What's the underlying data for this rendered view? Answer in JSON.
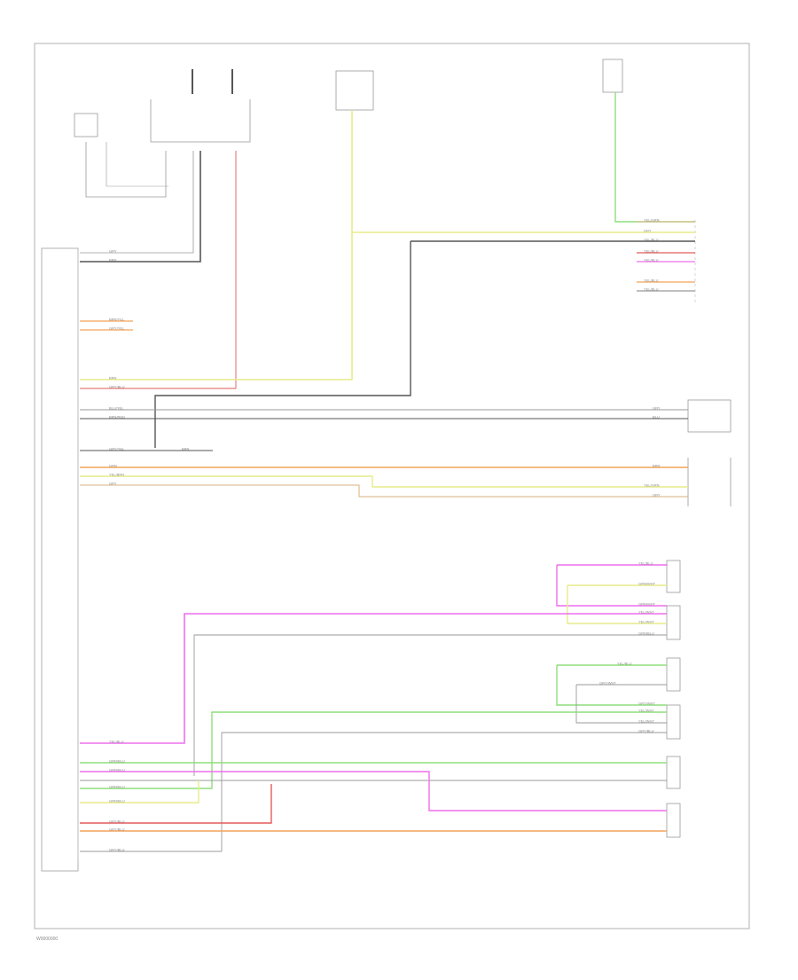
{
  "diagram": {
    "footer_code": "W0000000",
    "colors": {
      "frame": "#b0b0b0",
      "gray_wire": "#9a9a9a",
      "dark_wire": "#555555",
      "yellow_wire": "#e6ec8a",
      "green_wire": "#8ede7c",
      "pink_wire": "#ee6fee",
      "red_wire": "#e35a5a",
      "orange_wire": "#f3a35a",
      "tan_wire": "#d9b27c",
      "text": "#888888"
    },
    "wire_labels": [
      "GRY",
      "BRN",
      "BRN/YEL",
      "GRY/YEL",
      "BRN",
      "GRY/BLU",
      "BLU/YEL",
      "BRN/RED",
      "GRY/YEL",
      "GRN",
      "YEL/BRN",
      "GRY",
      "BRN",
      "GRY",
      "BLU",
      "BRN",
      "YEL/GRN",
      "GRY",
      "YEL/GRN",
      "GRY",
      "YEL/BLU",
      "YEL/BLU",
      "YEL/BLU",
      "YEL/BLU",
      "YEL/BLU",
      "YEL/BLU",
      "GRN/BLU",
      "GRN/BLU",
      "GRN/BLU",
      "GRN/BLU",
      "GRY/BLU",
      "GRY/BLU",
      "GRY/BLU",
      "YEL/BLU",
      "GRN/WHT",
      "GRN/WHT",
      "YEL/WHT",
      "YEL/WHT",
      "GRN/BLU",
      "YEL/BLU",
      "GRY/WHT",
      "GRY/WHT",
      "YEL/WHT",
      "YEL/WHT",
      "GRY/BLU"
    ]
  }
}
